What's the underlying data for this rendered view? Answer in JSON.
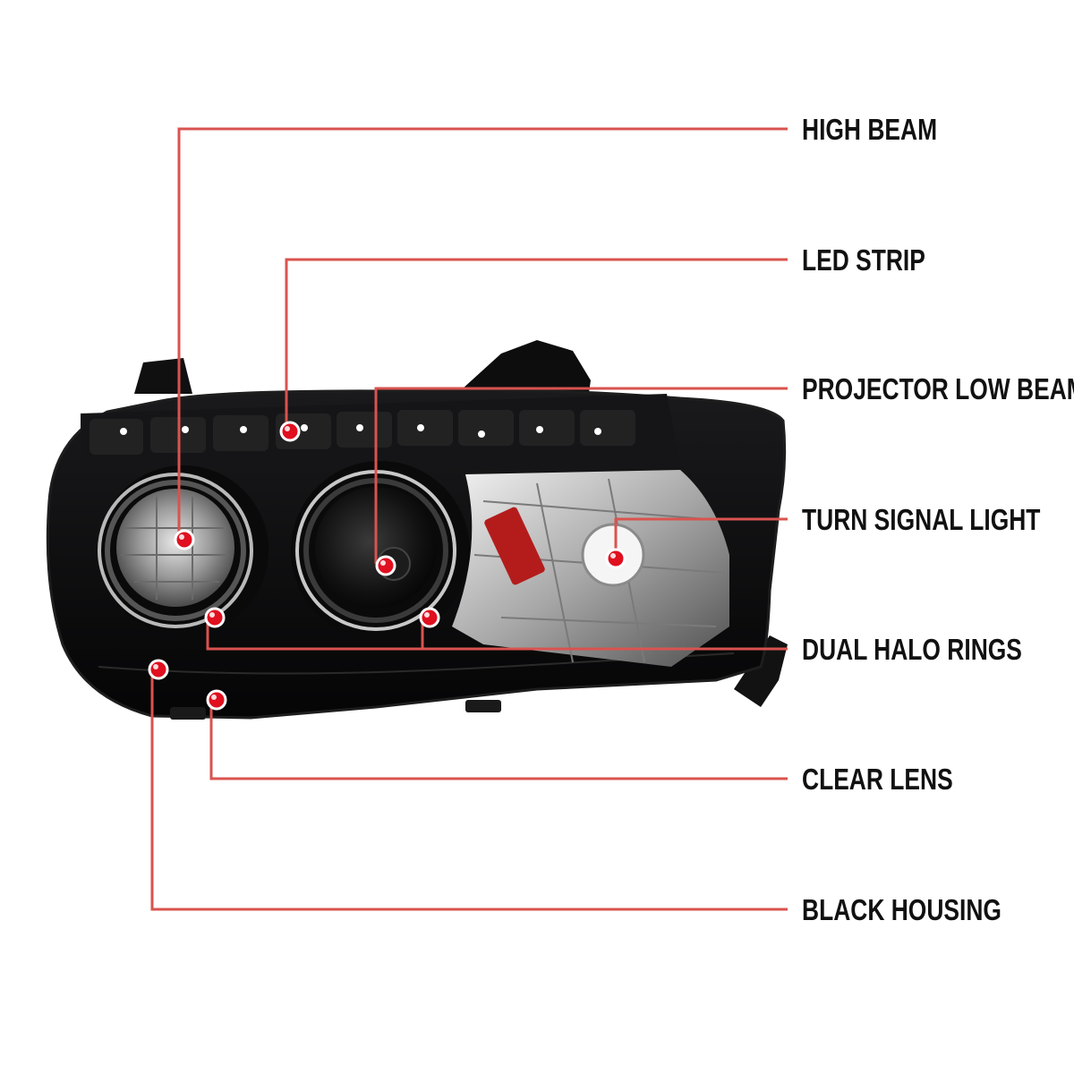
{
  "colors": {
    "background": "#ffffff",
    "leader_line": "#d9534f",
    "callout_dot": "#e01020",
    "housing": "#0b0b0c",
    "label_text": "#111111"
  },
  "image": {
    "subject": "headlight-assembly"
  },
  "callouts": [
    {
      "label": "HIGH BEAM"
    },
    {
      "label": "LED STRIP"
    },
    {
      "label": "PROJECTOR LOW BEAM"
    },
    {
      "label": "TURN SIGNAL LIGHT"
    },
    {
      "label": "DUAL HALO RINGS"
    },
    {
      "label": "CLEAR LENS"
    },
    {
      "label": "BLACK HOUSING"
    }
  ]
}
